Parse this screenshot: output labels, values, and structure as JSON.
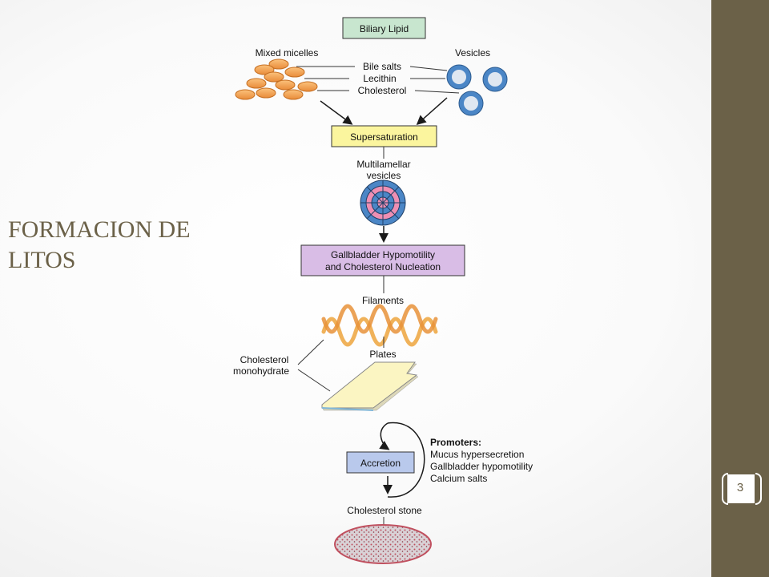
{
  "slide": {
    "title_line1": "FORMACION DE",
    "title_line2": "LITOS",
    "page_number": "3"
  },
  "diagram": {
    "biliary_lipid": "Biliary Lipid",
    "mixed_micelles": "Mixed micelles",
    "vesicles": "Vesicles",
    "bile_salts": "Bile salts",
    "lecithin": "Lecithin",
    "cholesterol": "Cholesterol",
    "supersaturation": "Supersaturation",
    "multilamellar_line1": "Multilamellar",
    "multilamellar_line2": "vesicles",
    "hypomotility_line1": "Gallbladder Hypomotility",
    "hypomotility_line2": "and Cholesterol Nucleation",
    "filaments": "Filaments",
    "plates": "Plates",
    "monohydrate_line1": "Cholesterol",
    "monohydrate_line2": "monohydrate",
    "promoters_title": "Promoters:",
    "promoter_1": "Mucus hypersecretion",
    "promoter_2": "Gallbladder hypomotility",
    "promoter_3": "Calcium salts",
    "accretion": "Accretion",
    "cholesterol_stone": "Cholesterol stone"
  },
  "colors": {
    "sidebar": "#6b6148",
    "title": "#6b6148",
    "biliary_box": "#c8e6cf",
    "supersaturation_box": "#fbf59e",
    "hypomotility_box": "#d9bde6",
    "accretion_box": "#b9c9ec",
    "micelle": "#f5a75a",
    "vesicle": "#4b86c6",
    "plate": "#fbf5c2",
    "stone": "#d27d8a"
  }
}
